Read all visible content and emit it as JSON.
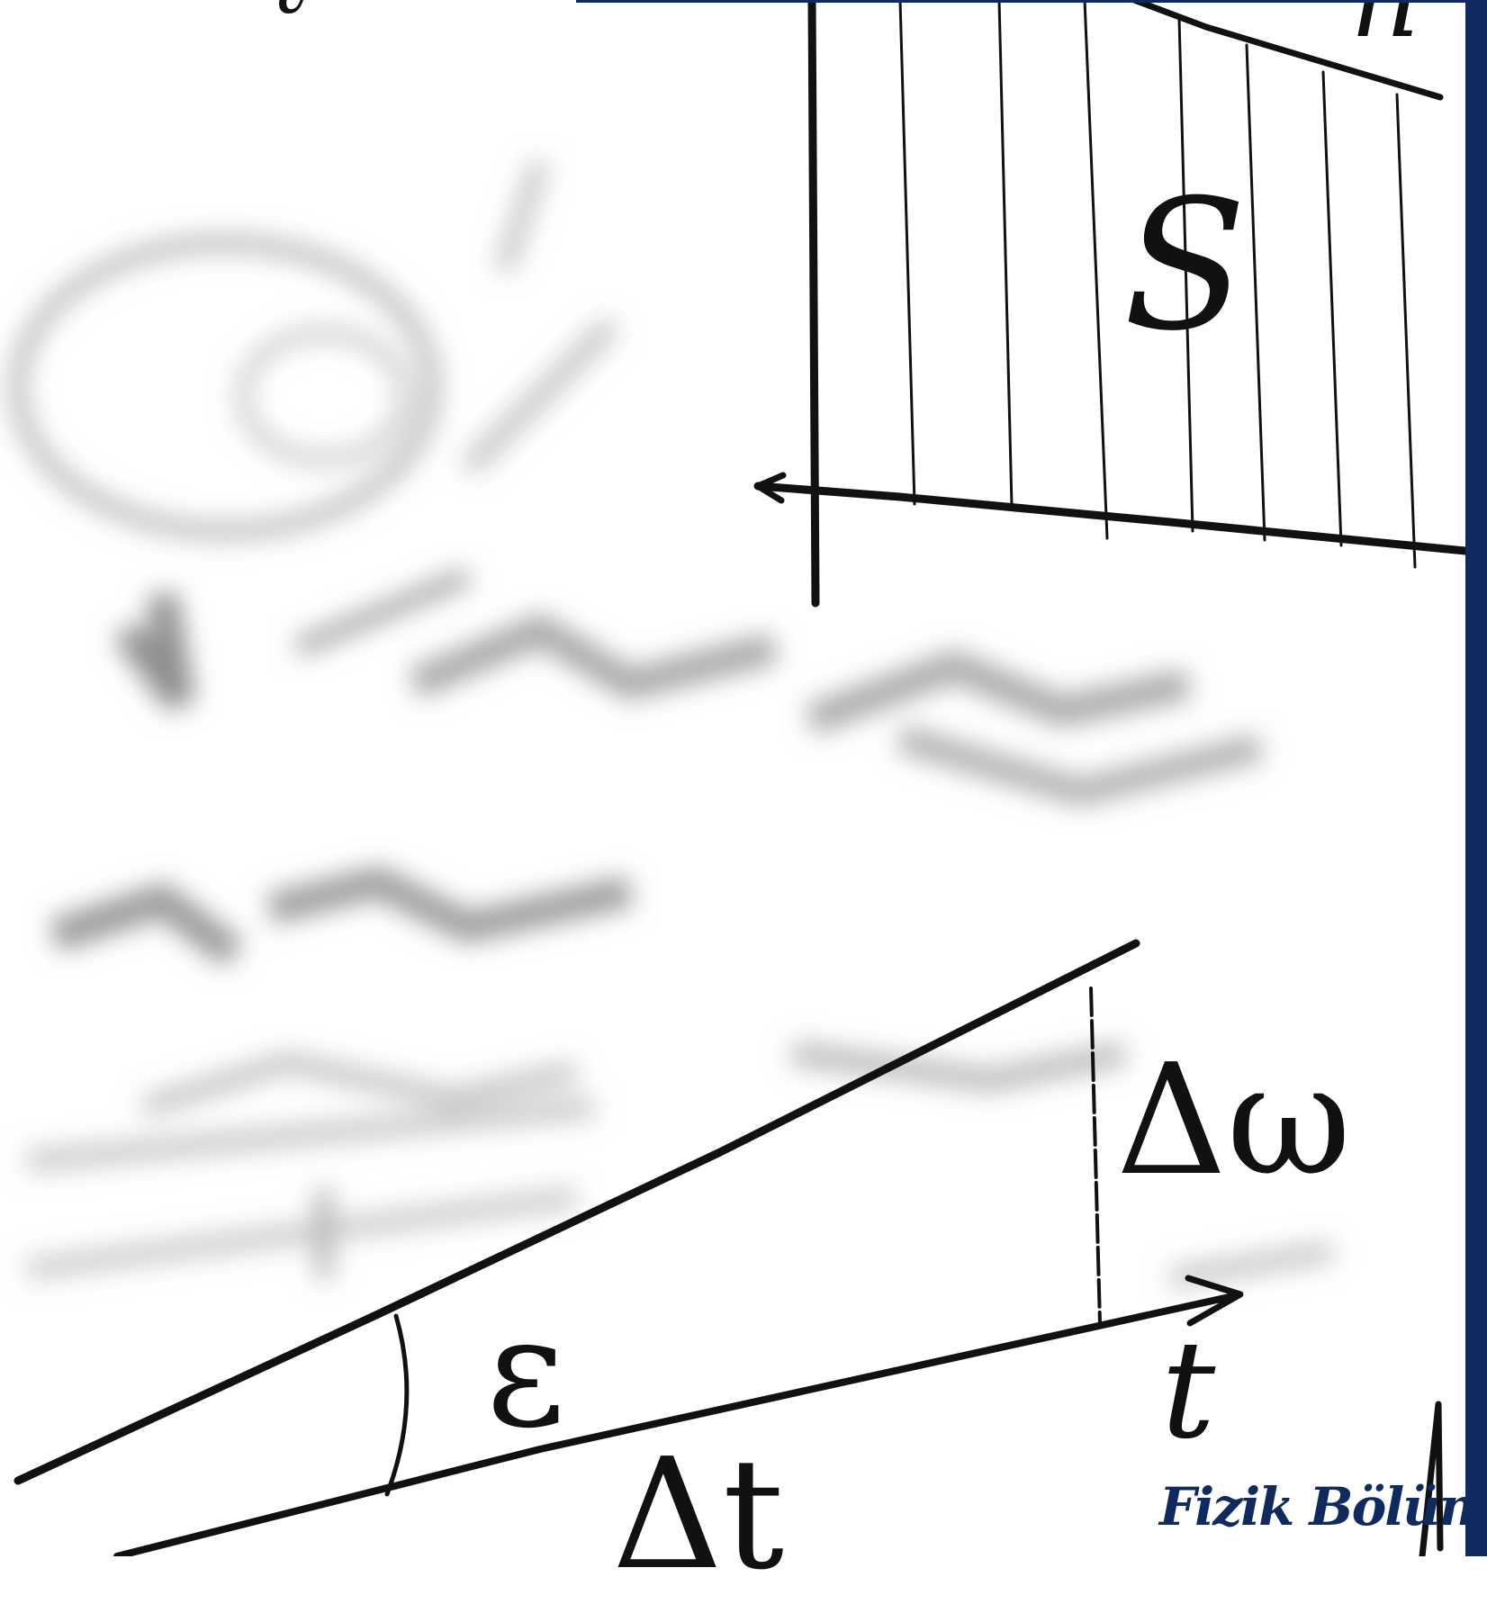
{
  "labels": {
    "area_symbol": "S",
    "delta_omega": "Δω",
    "epsilon": "ε",
    "time_axis": "t",
    "delta_t": "Δt",
    "top_fragment": "n",
    "top_left_fragment": "ℓ"
  },
  "branding": {
    "logo_text": "Fizik Bölümü",
    "accent_color": "#0e2a5e"
  },
  "colors": {
    "ink": "#111111",
    "paper": "#ffffff",
    "blur_smudge": "#9a9a9a"
  }
}
